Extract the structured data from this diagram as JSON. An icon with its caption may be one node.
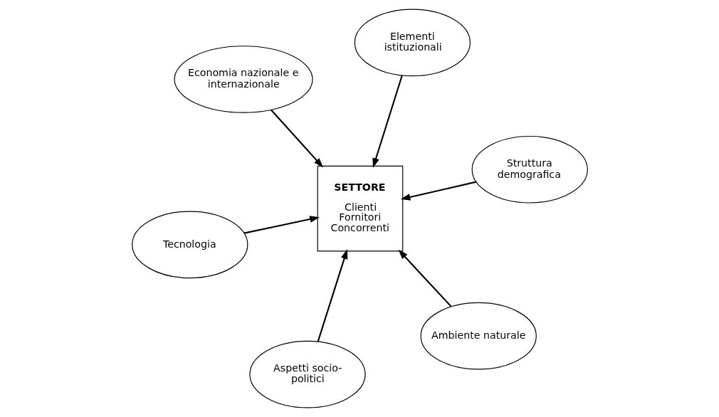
{
  "diagram": {
    "nodes": [
      {
        "text": [
          "Tecnologia"
        ]
      },
      {
        "text": [
          "Ambiente naturale"
        ]
      },
      {
        "text": [
          "SETTORE",
          "Clienti Fornitori Concorrenti"
        ]
      },
      {
        "text": [
          "Economia nazionale e internazionale"
        ]
      },
      {
        "text": [
          "Struttura demografica"
        ]
      },
      {
        "text": [
          "Elementi istituzionali"
        ]
      },
      {
        "text": [
          "Aspetti socio-politici"
        ]
      }
    ],
    "edges": [
      {
        "from": 0,
        "to": 2,
        "arrow": "to"
      },
      {
        "from": 1,
        "to": 2,
        "arrow": "to"
      },
      {
        "from": 3,
        "to": 2,
        "arrow": "to"
      },
      {
        "from": 4,
        "to": 2,
        "arrow": "to"
      },
      {
        "from": 5,
        "to": 2,
        "arrow": "to"
      },
      {
        "from": 6,
        "to": 2,
        "arrow": "to"
      }
    ]
  }
}
